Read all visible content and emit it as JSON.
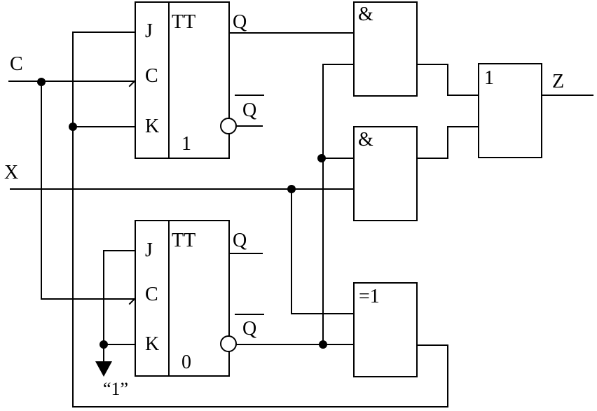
{
  "inputs": {
    "c": "C",
    "x": "X"
  },
  "output": {
    "z": "Z"
  },
  "flipflops": [
    {
      "type": "TT",
      "pin_j": "J",
      "pin_c": "C",
      "pin_k": "K",
      "out_q": "Q",
      "out_qbar": "Q",
      "init": "1"
    },
    {
      "type": "TT",
      "pin_j": "J",
      "pin_c": "C",
      "pin_k": "K",
      "out_q": "Q",
      "out_qbar": "Q",
      "init": "0"
    }
  ],
  "gates": {
    "and_top": "&",
    "and_mid": "&",
    "xor": "=1",
    "or": "1"
  },
  "constant_label": "“1”"
}
